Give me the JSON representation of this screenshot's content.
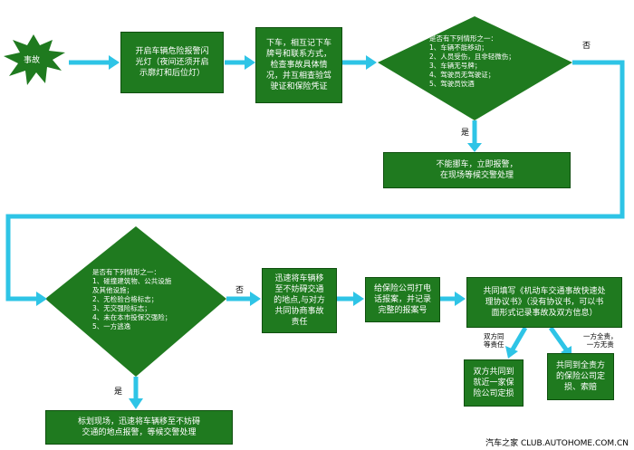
{
  "colors": {
    "box": "#1f7a1f",
    "diamond": "#1f7a1f",
    "arrow": "#2ec4e6",
    "burst": "#1f7a1f"
  },
  "nodes": {
    "accident": "事故",
    "hazard_lights": "开启车辆危险报警闪\n光灯（夜间还须开启\n示廓灯和后位灯）",
    "record_info": "下车，相互记下车\n牌号和联系方式，\n检查事故具体情\n况，并互相查验驾\n驶证和保险凭证",
    "decision1": "是否有下列情形之一：\n1、车辆不能移动；\n2、人员受伤，且非轻微伤；\n3、车辆无号牌；\n4、驾驶员无驾驶证；\n5、驾驶员饮酒",
    "call_police": "不能挪车，立即报警，\n在现场等候交警处理",
    "decision2": "是否有下列情形之一：\n1、碰撞建筑物、公共设施\n及其他设施；\n2、无检验合格标志；\n3、无交强险标志；\n4、未在本市投保交强险；\n5、一方逃逸",
    "mark_scene": "标划现场，迅速将车辆移至不妨碍\n交通的地点报警，等候交警处理",
    "move_car": "迅速将车辆移\n至不妨碍交通\n的地点,与对方\n共同协商事故\n责任",
    "call_insurer": "给保险公司打电\n话报案，并记录\n完整的报案号",
    "fill_agreement": "共同填写《机动车交通事故快速处\n理协议书》（没有协议书，可以书\n面形式记录事故及双方信息）",
    "joint_fixing": "双方共同到\n就近一家保\n险公司定损",
    "fault_party_fixing": "共同到全责方\n的保险公司定\n损、索赔"
  },
  "labels": {
    "no1": "否",
    "yes1": "是",
    "no2": "否",
    "yes2": "是",
    "both_liable": "双方同\n等责任",
    "one_liable": "一方全责，\n一方无责"
  },
  "watermark": "汽车之家 CLUB.AUTOHOME.COM.CN"
}
